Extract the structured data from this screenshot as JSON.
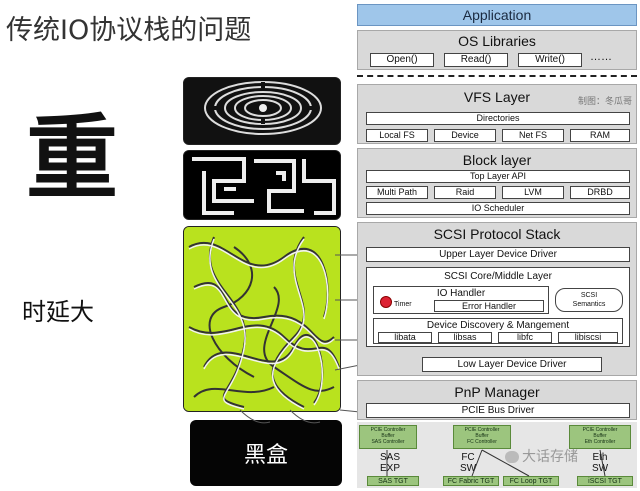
{
  "title": "传统IO协议栈的问题",
  "left": {
    "heavy_char": "重",
    "latency": "时延大",
    "blackbox": "黑盒"
  },
  "diagram": {
    "application": "Application",
    "os_libraries": {
      "title": "OS Libraries",
      "items": [
        "Open()",
        "Read()",
        "Write()",
        "……"
      ]
    },
    "vfs": {
      "title": "VFS Layer",
      "credit": "制图：冬瓜哥",
      "directories": "Directories",
      "items": [
        "Local FS",
        "Device",
        "Net FS",
        "RAM"
      ]
    },
    "block": {
      "title": "Block layer",
      "top_api": "Top Layer API",
      "items": [
        "Multi Path",
        "Raid",
        "LVM",
        "DRBD"
      ],
      "scheduler": "IO Scheduler"
    },
    "scsi": {
      "title": "SCSI Protocol Stack",
      "upper": "Upper Layer Device Driver",
      "core": "SCSI Core/Middle Layer",
      "io_handler": "IO Handler",
      "timer": "Timer",
      "error_handler": "Error Handler",
      "semantics": "SCSI\nSemantics",
      "discovery": "Device Discovery & Mangement",
      "libs": [
        "libata",
        "libsas",
        "libfc",
        "libiscsi"
      ],
      "lower": "Low Layer Device Driver"
    },
    "pnp": {
      "title": "PnP Manager",
      "pcie": "PCIE Bus Driver"
    },
    "controllers": [
      {
        "lines": [
          "PCIE Controller",
          "Buffer",
          "SAS Controller"
        ],
        "mid": [
          "SAS",
          "EXP"
        ],
        "tgt": "SAS TGT"
      },
      {
        "lines": [
          "PCIE Controller",
          "Buffer",
          "FC Controller"
        ],
        "mid": [
          "FC",
          "SW"
        ],
        "tgt": "FC Fabric TGT"
      },
      {
        "lines": [
          "",
          "",
          ""
        ],
        "mid": [],
        "tgt": "FC Loop TGT"
      },
      {
        "lines": [
          "PCIE Controller",
          "Buffer",
          "Eth Controller"
        ],
        "mid": [
          "Eth",
          "SW"
        ],
        "tgt": "iSCSI TGT"
      }
    ],
    "watermark": "大话存储"
  }
}
